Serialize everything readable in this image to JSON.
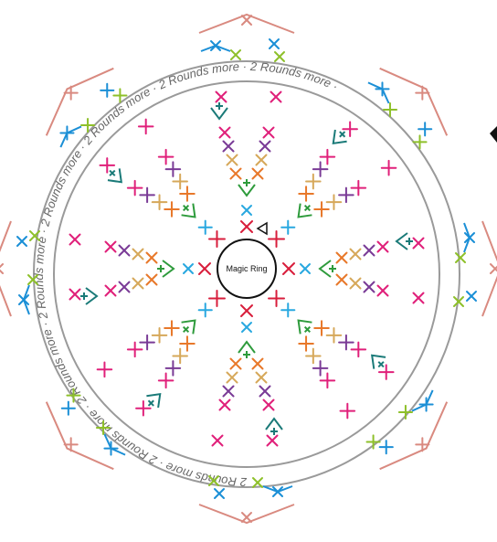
{
  "center": {
    "label": "Magic Ring"
  },
  "ring_text": "2 Rounds more · 2 Rounds more · 2 Rounds more · 2 Rounds more · 2 Rounds more · 2 Rounds more · 2 Rounds more · 2 Rounds more · ",
  "stitch_colors": {
    "round1": "#d81e3c",
    "round2": "#29a8e0",
    "round3": "#2e9b3c",
    "round4": "#e8782a",
    "round5": "#d6a85a",
    "round6": "#7a3b96",
    "round7": "#e0207a",
    "round8": "#1a7a78",
    "outer_crossbar": "#d98a80",
    "outer_blue": "#1b8fd6",
    "outer_green": "#8ec02a"
  },
  "symbols": {
    "single_crochet": "×",
    "increase": "V",
    "slip_start": "◁"
  },
  "repeats": 8
}
